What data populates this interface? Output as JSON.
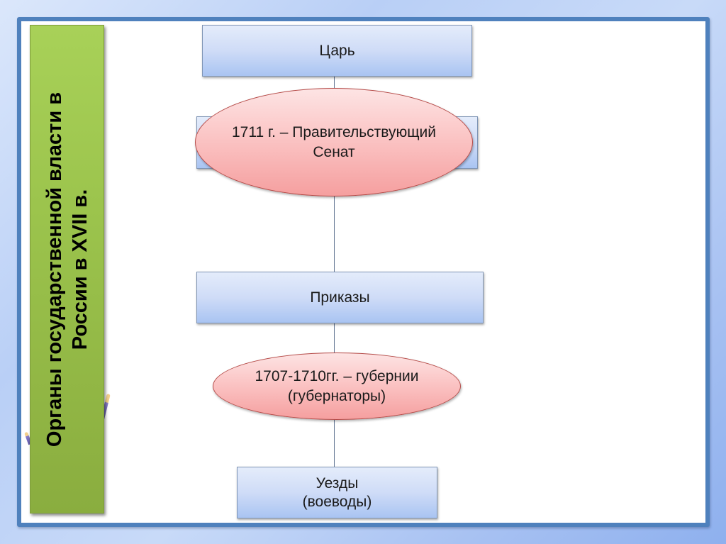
{
  "side_title": {
    "line1": "Органы государственной власти в",
    "line2": "России в XVII в."
  },
  "chart_nodes": {
    "tsar": {
      "label": "Царь"
    },
    "hidden_box": {
      "label": ""
    },
    "senate": {
      "line1": "1711 г. – Правительствующий",
      "line2": "Сенат"
    },
    "prikazy": {
      "label": "Приказы"
    },
    "gubernii": {
      "line1": "1707-1710гг. – губернии",
      "line2": "(губернаторы)"
    },
    "uezdy": {
      "line1": "Уезды",
      "line2": "(воеводы)"
    }
  },
  "colors": {
    "frame_border": "#4f81bd",
    "side_bar": "#9bc34c",
    "box_fill": "#cfdcf7",
    "ellipse_fill": "#fbc5c5",
    "ellipse_border": "#b54a47",
    "connector": "#5d7190"
  }
}
